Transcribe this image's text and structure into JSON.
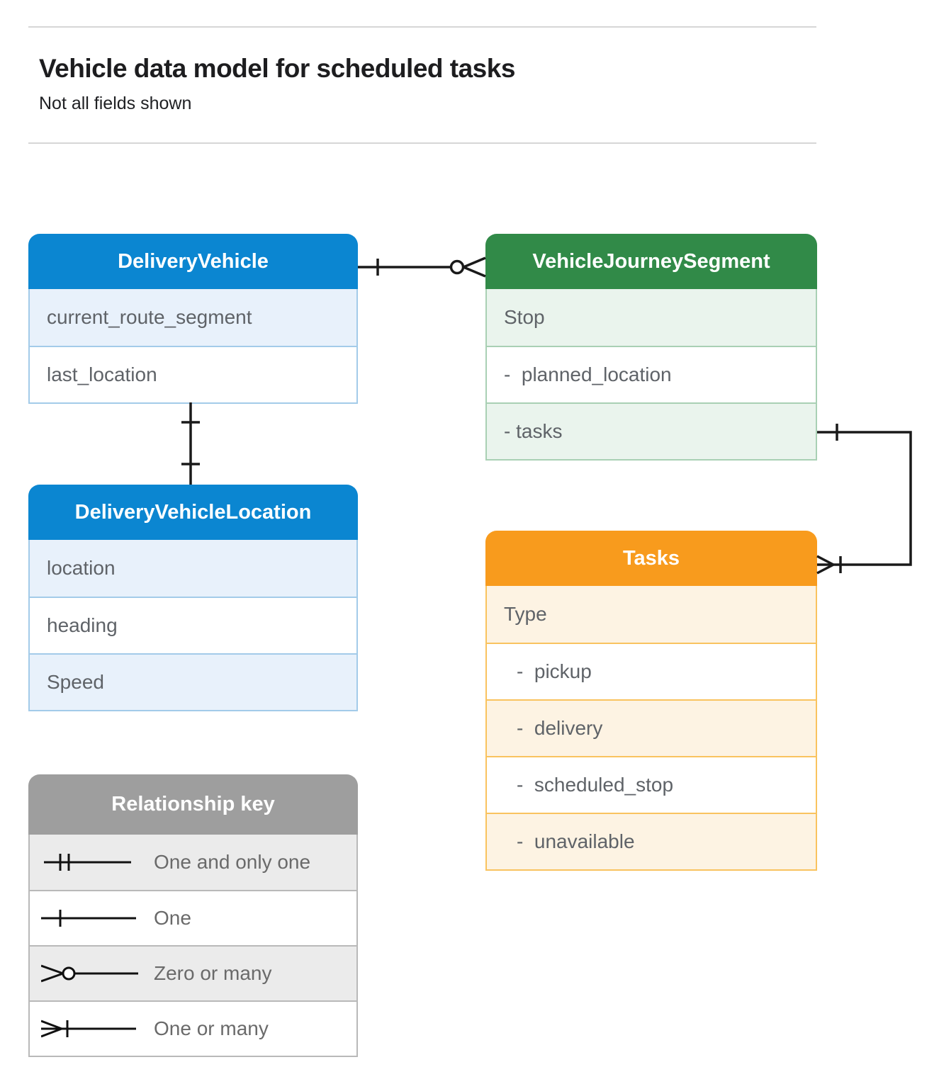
{
  "page": {
    "title": "Vehicle data model for scheduled tasks",
    "subtitle": "Not all fields shown"
  },
  "entities": {
    "delivery_vehicle": {
      "title": "DeliveryVehicle",
      "fields": [
        "current_route_segment",
        "last_location"
      ]
    },
    "vehicle_journey_segment": {
      "title": "VehicleJourneySegment",
      "fields": [
        "Stop",
        "-  planned_location",
        "- tasks"
      ]
    },
    "delivery_vehicle_location": {
      "title": "DeliveryVehicleLocation",
      "fields": [
        "location",
        "heading",
        "Speed"
      ]
    },
    "tasks": {
      "title": "Tasks",
      "fields": [
        "Type",
        "-  pickup",
        "-  delivery",
        "-  scheduled_stop",
        "-  unavailable"
      ]
    }
  },
  "legend": {
    "title": "Relationship key",
    "items": [
      "One and only one",
      "One",
      "Zero or many",
      "One or many"
    ]
  },
  "relationships": [
    {
      "from": "DeliveryVehicle",
      "to": "VehicleJourneySegment",
      "from_cardinality": "one",
      "to_cardinality": "zero or many"
    },
    {
      "from": "DeliveryVehicle",
      "to": "DeliveryVehicleLocation",
      "from_cardinality": "one",
      "to_cardinality": "one"
    },
    {
      "from": "VehicleJourneySegment.tasks",
      "to": "Tasks",
      "from_cardinality": "one",
      "to_cardinality": "one or many"
    }
  ],
  "colors": {
    "blue_header": "#0b86d1",
    "blue_row": "#e8f1fb",
    "blue_border": "#a3cbe9",
    "green_header": "#318a48",
    "green_row": "#eaf4ed",
    "green_border": "#a9d0b4",
    "orange_header": "#f89b1d",
    "orange_row": "#fdf3e3",
    "orange_border": "#f9c35f",
    "gray_header": "#9e9e9e",
    "gray_row": "#ebebeb",
    "gray_border": "#b9b9b9",
    "connector": "#1a1a1a",
    "field_text": "#5f6368",
    "rule": "#d6d6d6"
  }
}
